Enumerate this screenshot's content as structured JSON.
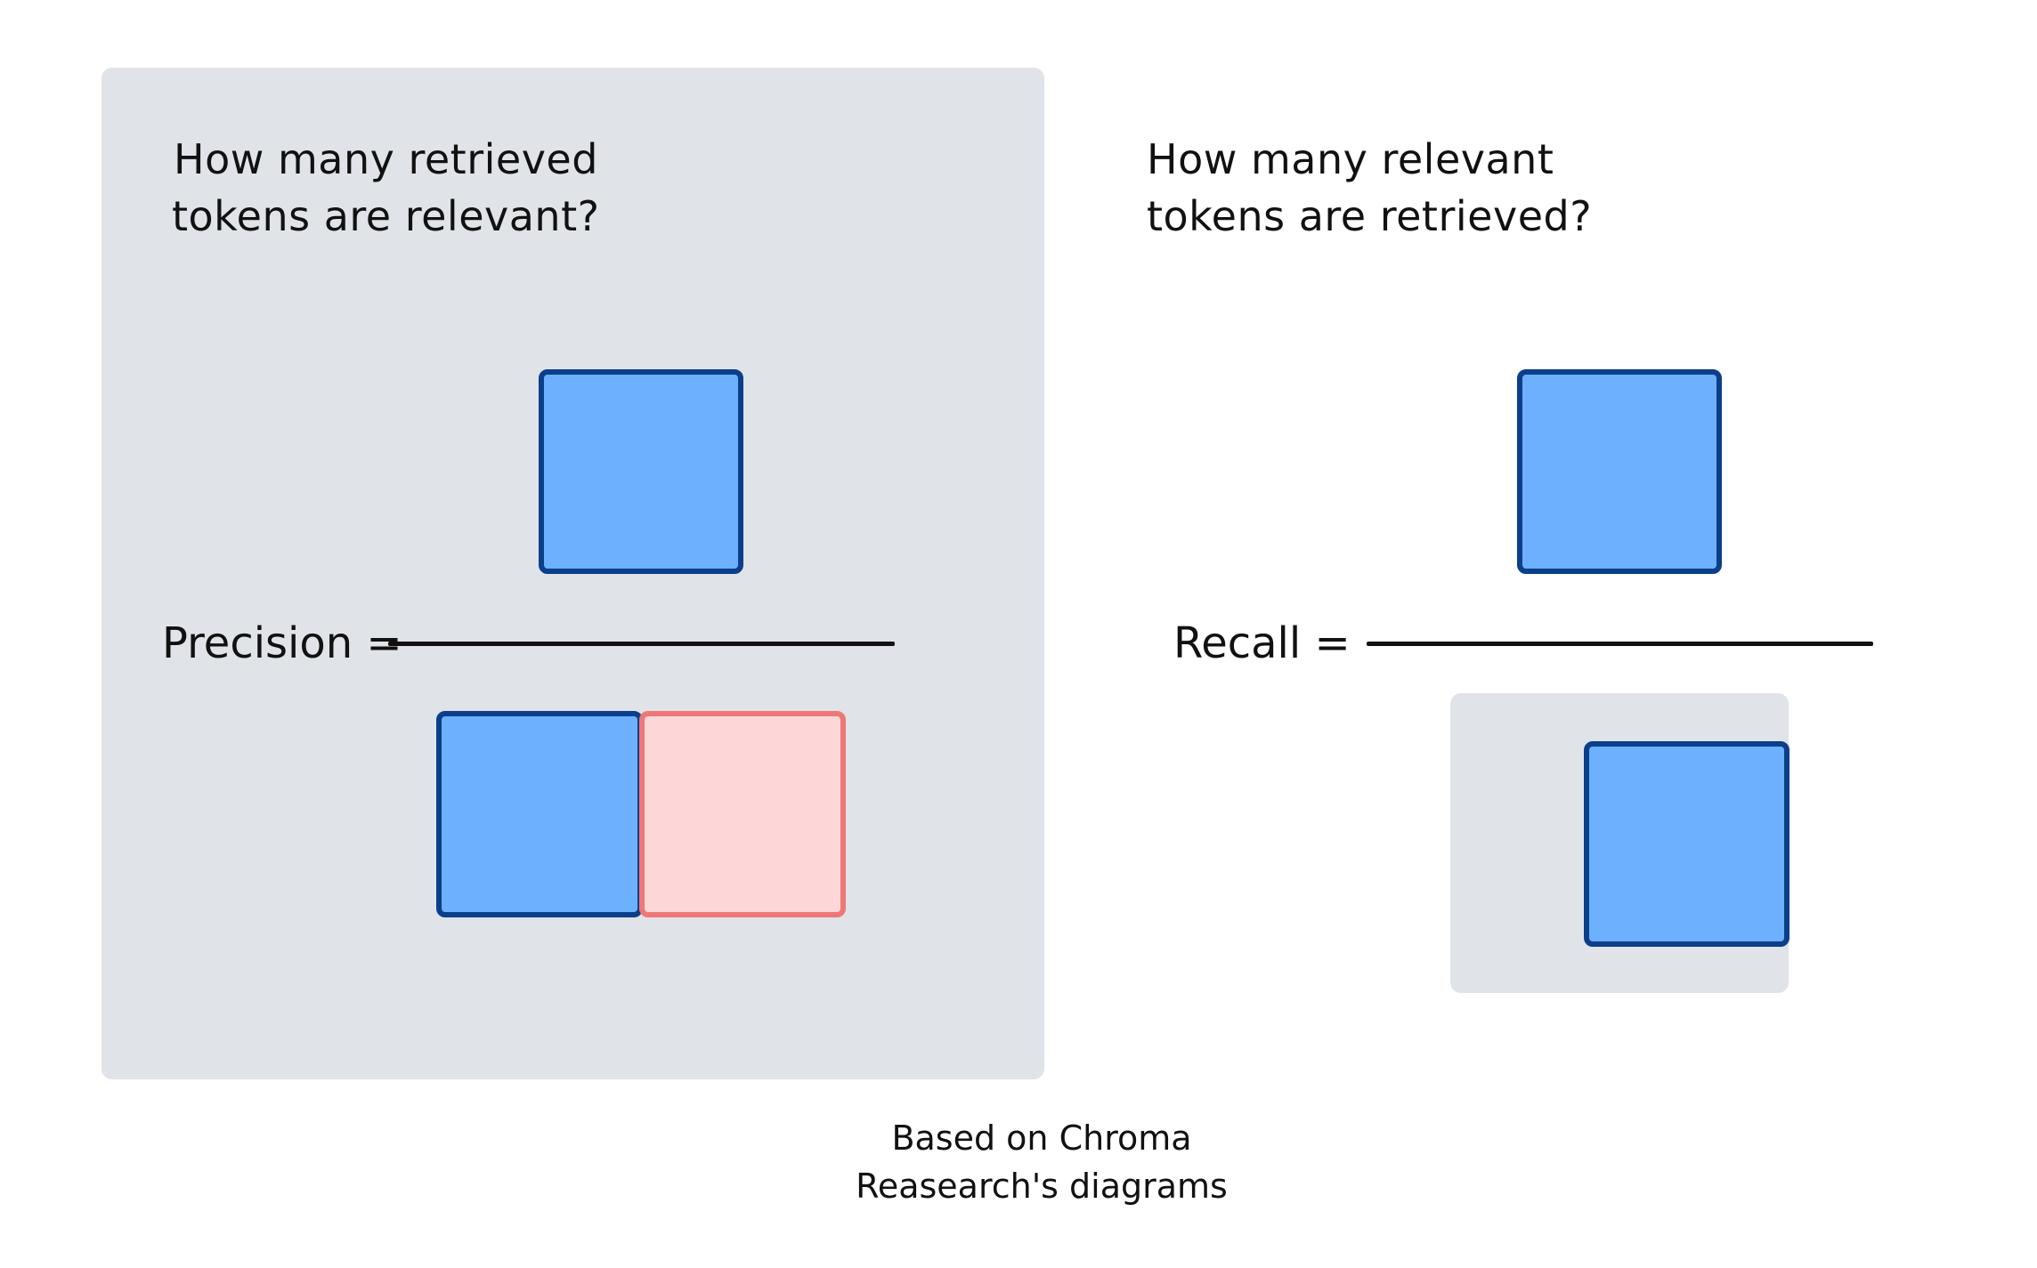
{
  "precision": {
    "question_line1": "How many retrieved",
    "question_line2": "tokens are relevant?",
    "label": "Precision ="
  },
  "recall": {
    "question_line1": "How many relevant",
    "question_line2": "tokens are retrieved?",
    "label": "Recall ="
  },
  "caption": {
    "line1": "Based on Chroma",
    "line2": "Reasearch's diagrams"
  },
  "colors": {
    "panel_background": "#e0e3e8",
    "relevant_fill": "#6cb0fe",
    "relevant_border": "#0b3f8a",
    "irrelevant_fill": "#fdd7d7",
    "irrelevant_border": "#ee7777",
    "text": "#111111"
  }
}
